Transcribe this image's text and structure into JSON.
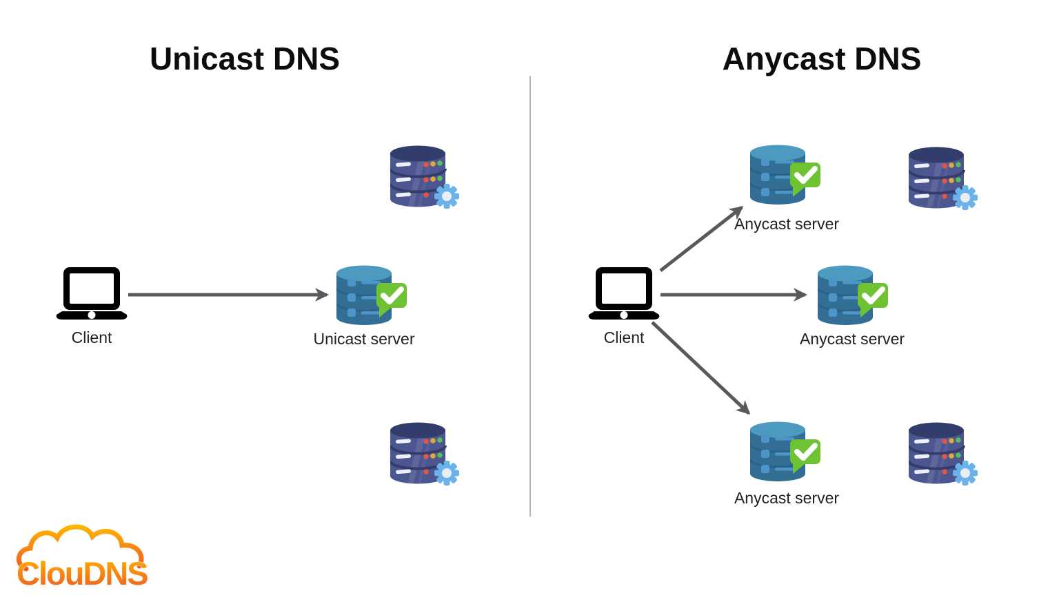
{
  "header": {
    "left_title": "Unicast DNS",
    "right_title": "Anycast DNS"
  },
  "left_panel": {
    "client_label": "Client",
    "server_label": "Unicast server"
  },
  "right_panel": {
    "client_label": "Client",
    "server_labels": [
      "Anycast server",
      "Anycast server",
      "Anycast server"
    ]
  },
  "logo": {
    "text": "ClouDNS"
  },
  "icons": {
    "client": "laptop-icon",
    "active_server": "database-check-icon",
    "standby_server": "database-gear-icon",
    "logo_cloud": "cloud-icon"
  },
  "colors": {
    "arrow": "#595959",
    "divider": "#b3b3b3",
    "title_text": "#0d0d0d",
    "label_text": "#212121",
    "active_server_top": "#4d9ac1",
    "active_server_body": "#336f94",
    "active_server_accent": "#4c95c8",
    "check_green": "#6fc232",
    "standby_server_top": "#333d6b",
    "standby_server_body": "#4c5691",
    "standby_dash": "#eef0f8",
    "dot_red": "#e25549",
    "dot_yellow": "#e2aa3c",
    "dot_green": "#58bf5a",
    "gear_blue": "#6ab2e8",
    "logo_orange_top": "#ffb400",
    "logo_orange_bottom": "#f05a22"
  }
}
